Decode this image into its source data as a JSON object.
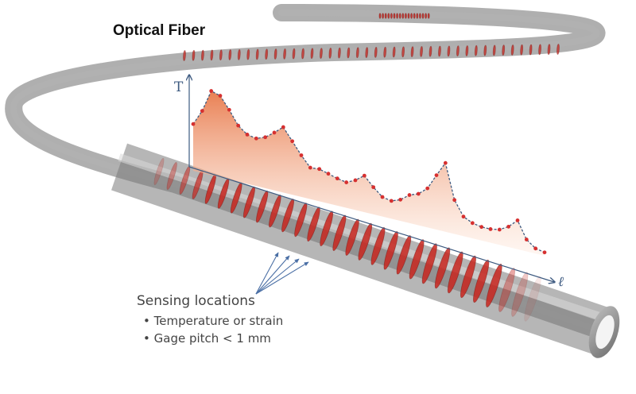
{
  "title": "Optical Fiber",
  "sensing": {
    "label": "Sensing locations",
    "bullets": [
      "Temperature or strain",
      "Gage pitch < 1 mm"
    ]
  },
  "colors": {
    "fiber": "#8a8a8a",
    "grating": "#c8261f",
    "profile_fill": "#f0a07a",
    "profile_line": "#3d5a80",
    "point": "#d63030"
  },
  "chart_data": {
    "type": "line",
    "xlabel": "ℓ",
    "ylabel": "T",
    "y": [
      0.55,
      0.73,
      0.99,
      0.96,
      0.82,
      0.66,
      0.58,
      0.56,
      0.6,
      0.68,
      0.77,
      0.63,
      0.49,
      0.37,
      0.38,
      0.35,
      0.32,
      0.3,
      0.35,
      0.43,
      0.32,
      0.23,
      0.21,
      0.25,
      0.33,
      0.37,
      0.46,
      0.64,
      0.81,
      0.4,
      0.23,
      0.18,
      0.16,
      0.16,
      0.18,
      0.24,
      0.34,
      0.14,
      0.06,
      0.04
    ]
  }
}
